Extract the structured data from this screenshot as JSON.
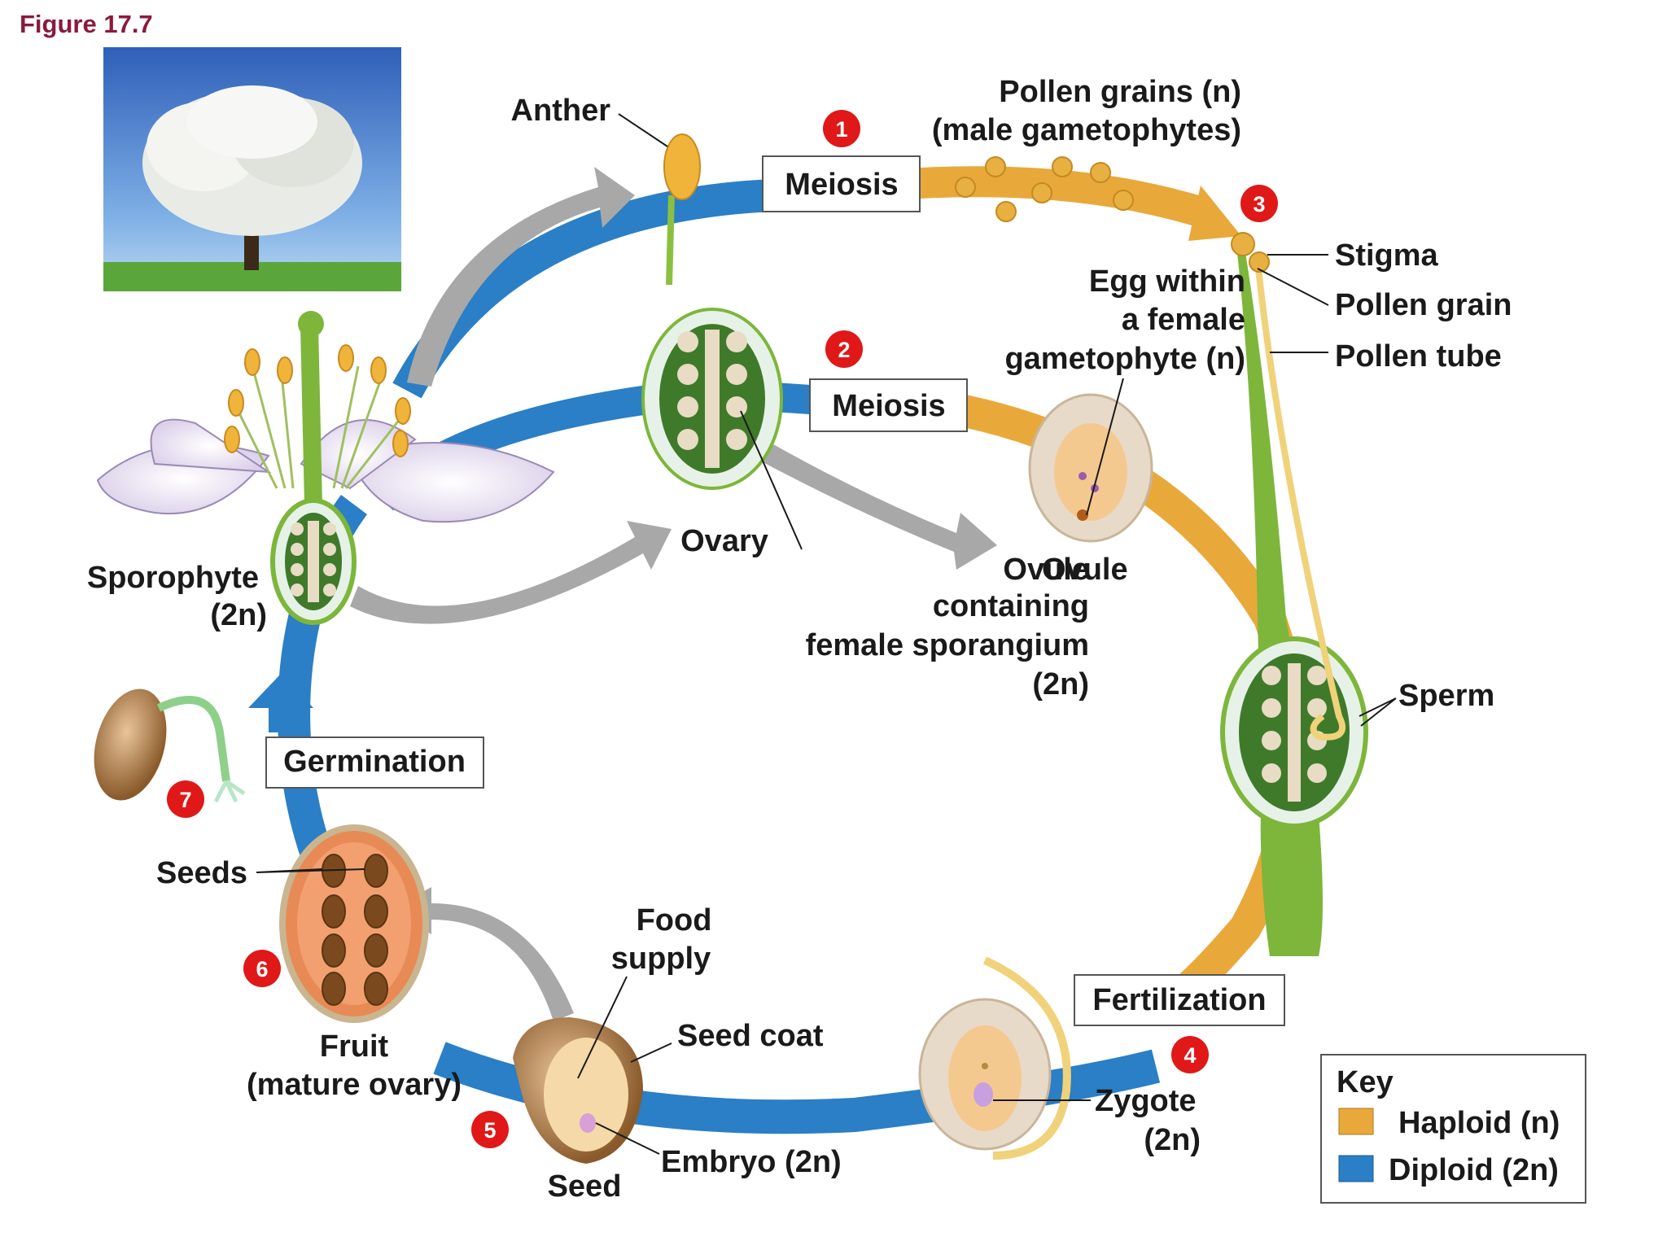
{
  "figure_label": "Figure 17.7",
  "colors": {
    "haploid": "#e8a93a",
    "diploid": "#2a7fc6",
    "step_badge": "#e01818",
    "figure_label": "#8b1a3c"
  },
  "labels": {
    "anther": "Anther",
    "pollen_grains": "Pollen grains (n)",
    "male_gametophytes": "(male gametophytes)",
    "stigma": "Stigma",
    "pollen_grain": "Pollen grain",
    "pollen_tube": "Pollen tube",
    "egg_line1": "Egg within",
    "egg_line2": "a female",
    "egg_line3": "gametophyte (n)",
    "ovary": "Ovary",
    "ovule": "Ovule",
    "ovule_overlap": "Ovule",
    "ovule_line2": "containing",
    "ovule_line3": "female sporangium",
    "ovule_line4": "(2n)",
    "sporophyte": "Sporophyte",
    "sporophyte_ploidy": "(2n)",
    "sperm": "Sperm",
    "seeds": "Seeds",
    "food_supply_1": "Food",
    "food_supply_2": "supply",
    "seed_coat": "Seed coat",
    "fruit": "Fruit",
    "mature_ovary": "(mature ovary)",
    "embryo": "Embryo (2n)",
    "seed": "Seed",
    "zygote": "Zygote",
    "zygote_ploidy": "(2n)"
  },
  "process_boxes": {
    "meiosis_1": "Meiosis",
    "meiosis_2": "Meiosis",
    "germination": "Germination",
    "fertilization": "Fertilization"
  },
  "steps": [
    "1",
    "2",
    "3",
    "4",
    "5",
    "6",
    "7"
  ],
  "key": {
    "title": "Key",
    "haploid": "Haploid (n)",
    "diploid": "Diploid (2n)"
  }
}
